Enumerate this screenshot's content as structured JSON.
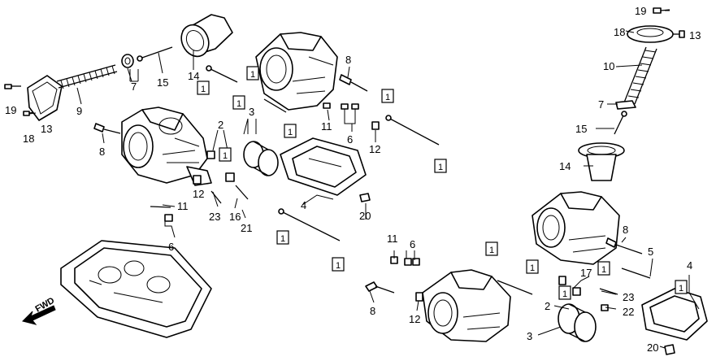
{
  "callouts": [
    {
      "id": "c19a",
      "text": "19"
    },
    {
      "id": "c18a",
      "text": "18"
    },
    {
      "id": "c13a",
      "text": "13"
    },
    {
      "id": "c9",
      "text": "9"
    },
    {
      "id": "c7a",
      "text": "7"
    },
    {
      "id": "c15a",
      "text": "15"
    },
    {
      "id": "c14a",
      "text": "14"
    },
    {
      "id": "c8a",
      "text": "8"
    },
    {
      "id": "c2a",
      "text": "2"
    },
    {
      "id": "c3a",
      "text": "3"
    },
    {
      "id": "c12a",
      "text": "12"
    },
    {
      "id": "c11a",
      "text": "11"
    },
    {
      "id": "c6a",
      "text": "6"
    },
    {
      "id": "c23a",
      "text": "23"
    },
    {
      "id": "c16",
      "text": "16"
    },
    {
      "id": "c21",
      "text": "21"
    },
    {
      "id": "c4a",
      "text": "4"
    },
    {
      "id": "c20a",
      "text": "20"
    },
    {
      "id": "c8b",
      "text": "8"
    },
    {
      "id": "c11b",
      "text": "11"
    },
    {
      "id": "c6b",
      "text": "6"
    },
    {
      "id": "c12b",
      "text": "12"
    },
    {
      "id": "c19b",
      "text": "19"
    },
    {
      "id": "c18b",
      "text": "18"
    },
    {
      "id": "c13b",
      "text": "13"
    },
    {
      "id": "c10",
      "text": "10"
    },
    {
      "id": "c7b",
      "text": "7"
    },
    {
      "id": "c15b",
      "text": "15"
    },
    {
      "id": "c14b",
      "text": "14"
    },
    {
      "id": "c8c",
      "text": "8"
    },
    {
      "id": "c5",
      "text": "5"
    },
    {
      "id": "c4b",
      "text": "4"
    },
    {
      "id": "c17",
      "text": "17"
    },
    {
      "id": "c23b",
      "text": "23"
    },
    {
      "id": "c22",
      "text": "22"
    },
    {
      "id": "c2b",
      "text": "2"
    },
    {
      "id": "c3b",
      "text": "3"
    },
    {
      "id": "c20b",
      "text": "20"
    },
    {
      "id": "c11c",
      "text": "11"
    },
    {
      "id": "c6c",
      "text": "6"
    },
    {
      "id": "c8d",
      "text": "8"
    },
    {
      "id": "c12c",
      "text": "12"
    }
  ],
  "boxed_label": "1",
  "fwd_label": "FWD"
}
